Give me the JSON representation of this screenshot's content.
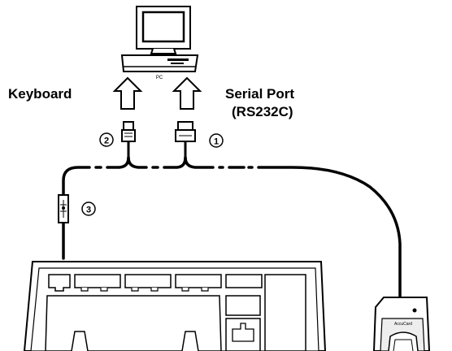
{
  "labels": {
    "keyboard": "Keyboard",
    "serial_port": "Serial Port",
    "serial_standard": "(RS232C)",
    "pc": "PC",
    "reader_brand": "AccuCard"
  },
  "callouts": [
    "2",
    "1",
    "3"
  ],
  "icons": [
    "computer-icon",
    "keyboard-icon",
    "card-reader-icon",
    "up-arrow-icon",
    "ps2-connector-icon",
    "db9-connector-icon",
    "inline-adapter-icon"
  ]
}
